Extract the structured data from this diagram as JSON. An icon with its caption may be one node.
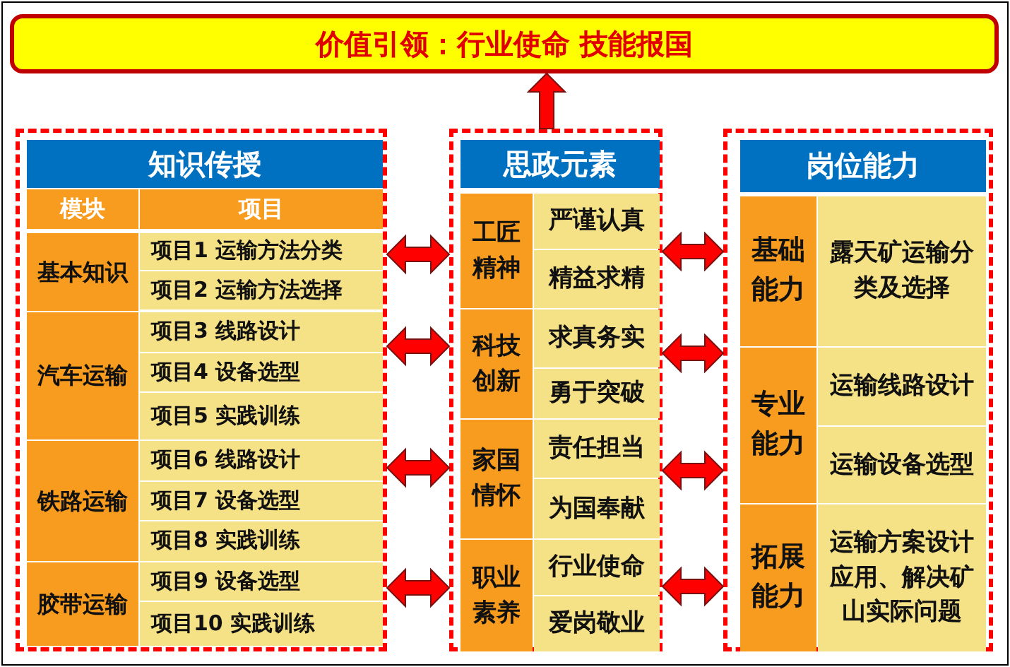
{
  "diagram": {
    "nodes": [
      {
        "text": [
          "价值引领：行业使命 技能报国"
        ]
      },
      {
        "text": [],
        "shape": "box"
      },
      {
        "text": [
          "知识传授"
        ],
        "in": 1
      },
      {
        "text": [
          "模块"
        ],
        "in": 1
      },
      {
        "text": [
          "项目"
        ],
        "in": 1
      },
      {
        "text": [
          "基本知识"
        ],
        "in": 1
      },
      {
        "text": [
          "项目1 运输方法分类"
        ],
        "in": 1
      },
      {
        "text": [
          "项目2 运输方法选择"
        ],
        "in": 1
      },
      {
        "text": [
          "汽车运输"
        ],
        "in": 1
      },
      {
        "text": [
          "项目3 线路设计"
        ],
        "in": 1
      },
      {
        "text": [
          "项目4 设备选型"
        ],
        "in": 1
      },
      {
        "text": [
          "项目5 实践训练"
        ],
        "in": 1
      },
      {
        "text": [
          "铁路运输"
        ],
        "in": 1
      },
      {
        "text": [
          "项目6 线路设计"
        ],
        "in": 1
      },
      {
        "text": [
          "项目7 设备选型"
        ],
        "in": 1
      },
      {
        "text": [
          "项目8 实践训练"
        ],
        "in": 1
      },
      {
        "text": [
          "胶带运输"
        ],
        "in": 1
      },
      {
        "text": [
          "项目9 设备选型"
        ],
        "in": 1
      },
      {
        "text": [
          "项目10 实践训练"
        ],
        "in": 1
      },
      {
        "text": [],
        "shape": "box"
      },
      {
        "text": [
          "思政元素"
        ],
        "in": 19
      },
      {
        "text": [
          "工匠精神"
        ],
        "in": 19
      },
      {
        "text": [
          "严谨认真"
        ],
        "in": 19
      },
      {
        "text": [
          "精益求精"
        ],
        "in": 19
      },
      {
        "text": [
          "科技创新"
        ],
        "in": 19
      },
      {
        "text": [
          "求真务实"
        ],
        "in": 19
      },
      {
        "text": [
          "勇于突破"
        ],
        "in": 19
      },
      {
        "text": [
          "家国情怀"
        ],
        "in": 19
      },
      {
        "text": [
          "责任担当"
        ],
        "in": 19
      },
      {
        "text": [
          "为国奉献"
        ],
        "in": 19
      },
      {
        "text": [
          "职业素养"
        ],
        "in": 19
      },
      {
        "text": [
          "行业使命"
        ],
        "in": 19
      },
      {
        "text": [
          "爱岗敬业"
        ],
        "in": 19
      },
      {
        "text": [],
        "shape": "box"
      },
      {
        "text": [
          "岗位能力"
        ],
        "in": 33
      },
      {
        "text": [
          "基础能力"
        ],
        "in": 33
      },
      {
        "text": [
          "露天矿运输分类及选择"
        ],
        "in": 33
      },
      {
        "text": [
          "专业能力"
        ],
        "in": 33
      },
      {
        "text": [
          "运输线路设计"
        ],
        "in": 33
      },
      {
        "text": [
          "运输设备选型"
        ],
        "in": 33
      },
      {
        "text": [
          "拓展能力"
        ],
        "in": 33
      },
      {
        "text": [
          "运输方案设计应用、解决矿山实际问题"
        ],
        "in": 33
      }
    ],
    "edges": [
      {
        "from": 19,
        "to": 0,
        "arrow": "to"
      },
      {
        "from": 1,
        "to": 19,
        "arrow": "both"
      },
      {
        "from": 1,
        "to": 19,
        "arrow": "both"
      },
      {
        "from": 1,
        "to": 19,
        "arrow": "both"
      },
      {
        "from": 1,
        "to": 19,
        "arrow": "both"
      },
      {
        "from": 19,
        "to": 33,
        "arrow": "both"
      },
      {
        "from": 19,
        "to": 33,
        "arrow": "both"
      },
      {
        "from": 19,
        "to": 33,
        "arrow": "both"
      },
      {
        "from": 19,
        "to": 33,
        "arrow": "both"
      }
    ]
  }
}
